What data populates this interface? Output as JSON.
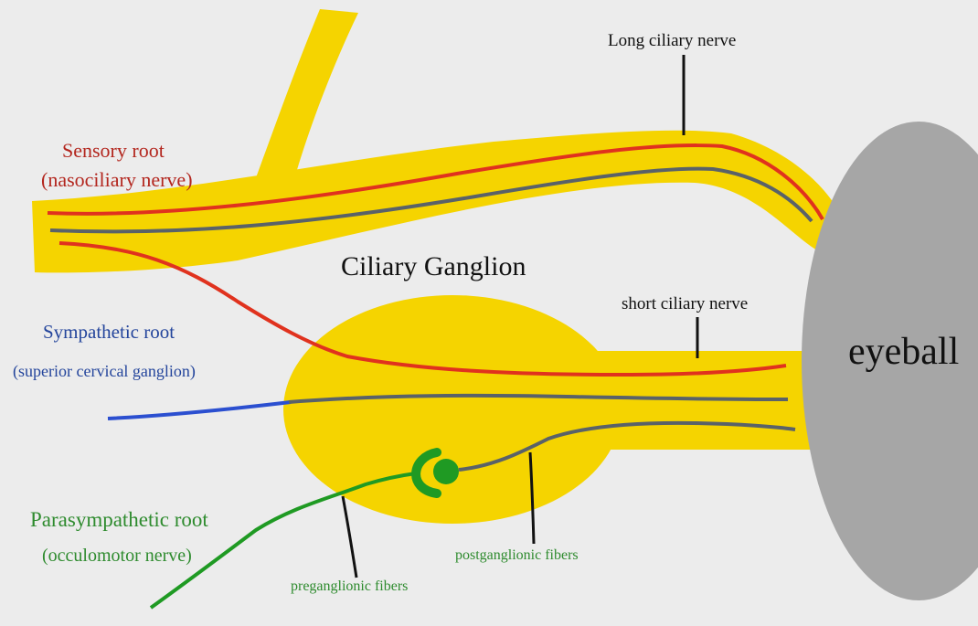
{
  "colors": {
    "background": "#ececec",
    "nerve_yellow": "#f5d400",
    "eyeball_gray": "#a6a6a6",
    "sensory_red": "#e0321e",
    "sympathetic_blue": "#2b4fd0",
    "parasympathetic_green": "#1f9a23",
    "gray_fiber": "#5a6268",
    "pointer_black": "#111111",
    "label_red": "#b3261e",
    "label_blue": "#24459c",
    "label_green": "#2e8b2e"
  },
  "labels": {
    "long_ciliary_nerve": "Long ciliary nerve",
    "sensory_root_line1": "Sensory root",
    "sensory_root_line2": "(nasociliary nerve)",
    "ciliary_ganglion": "Ciliary Ganglion",
    "short_ciliary_nerve": "short ciliary nerve",
    "sympathetic_root_line1": "Sympathetic root",
    "sympathetic_root_line2": "(superior cervical ganglion)",
    "eyeball": "eyeball",
    "parasympathetic_root_line1": "Parasympathetic root",
    "parasympathetic_root_line2": "(occulomotor nerve)",
    "preganglionic_fibers": "preganglionic fibers",
    "postganglionic_fibers": "postganglionic fibers"
  }
}
